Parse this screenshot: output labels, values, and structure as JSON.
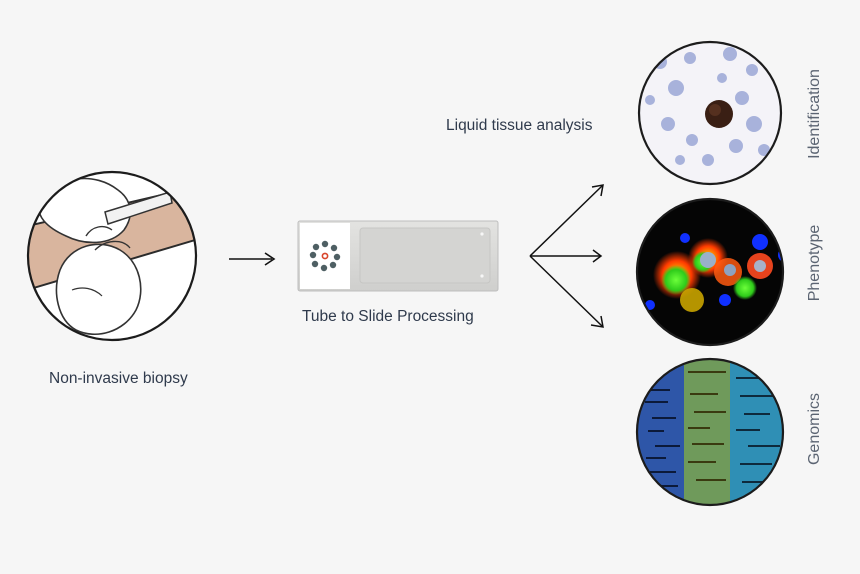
{
  "labels": {
    "biopsy": "Non-invasive biopsy",
    "slide": "Tube to Slide Processing",
    "liquid": "Liquid tissue analysis",
    "identification": "Identification",
    "phenotype": "Phenotype",
    "genomics": "Genomics"
  },
  "colors": {
    "background": "#f6f6f6",
    "text": "#2f3a4c",
    "skin": "#d9b59e",
    "slide": "#d8d8d8",
    "genomics_blue": "#2e56a8",
    "genomics_green": "#6f9a5b",
    "genomics_cyan": "#2f8fb5"
  },
  "icons": [
    "syringe-hand-icon",
    "slide-icon",
    "flower-logo-icon",
    "arrow-icon"
  ]
}
